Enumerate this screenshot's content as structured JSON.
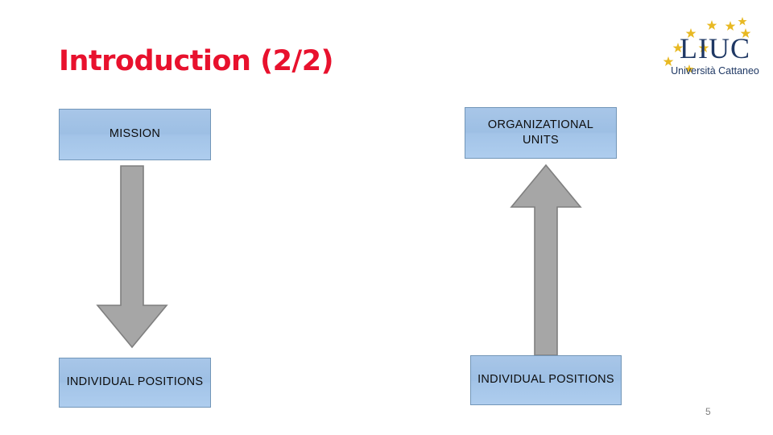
{
  "slide": {
    "title": "Introduction (2/2)",
    "title_color": "#e8112d",
    "page_number": "5",
    "background": "#ffffff"
  },
  "logo": {
    "name": "LIUC",
    "wordmark": "LIUC",
    "subtitle": "Università Cattaneo",
    "wordmark_color": "#1f3864",
    "star_color": "#e8b923",
    "star_count": 9
  },
  "diagram": {
    "box_fill": "#a3c4e8",
    "box_border": "#7296b8",
    "arrow_fill": "#a6a6a6",
    "arrow_border": "#7f7f7f",
    "left_column": {
      "top_box": "MISSION",
      "arrow": "down-arrow",
      "bottom_box": "INDIVIDUAL POSITIONS"
    },
    "right_column": {
      "top_box": "ORGANIZATIONAL UNITS",
      "top_box_line1": "ORGANIZATIONAL",
      "top_box_line2": "UNITS",
      "arrow": "up-arrow",
      "bottom_box": "INDIVIDUAL POSITIONS"
    }
  }
}
